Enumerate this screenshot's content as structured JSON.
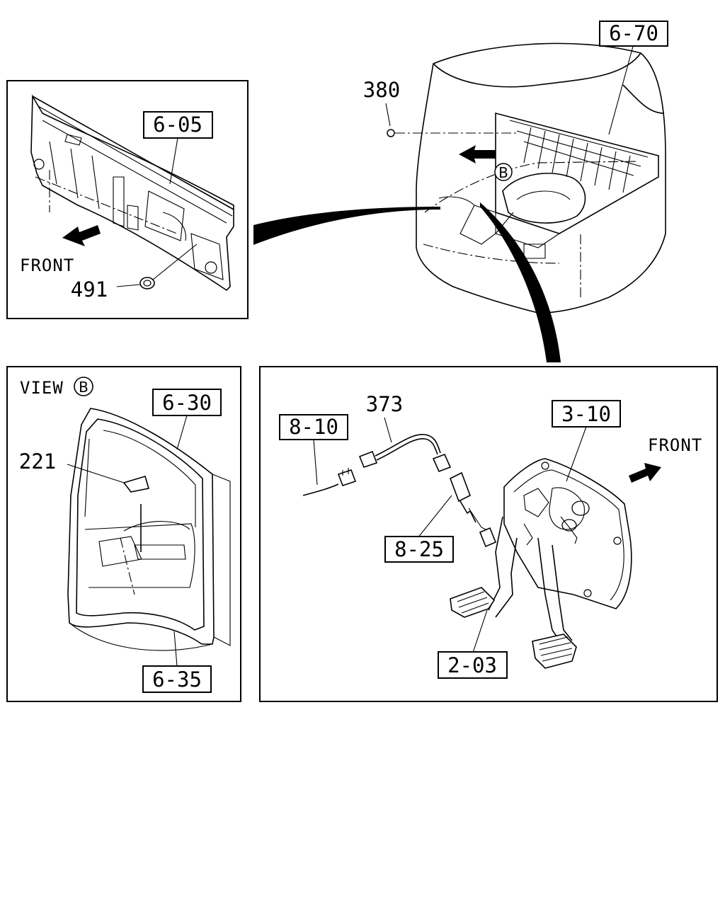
{
  "top_right": {
    "ref_cab": "6-70",
    "callout_380": "380",
    "view_marker": "B"
  },
  "top_left": {
    "ref_panel": "6-05",
    "front_label": "FRONT",
    "callout_491": "491"
  },
  "bottom_left": {
    "view_label": "VIEW",
    "view_marker": "B",
    "ref_upper": "6-30",
    "ref_lower": "6-35",
    "callout_221": "221"
  },
  "bottom_right": {
    "ref_harness": "8-10",
    "callout_373": "373",
    "ref_pedal_bracket": "3-10",
    "front_label": "FRONT",
    "ref_switch": "8-25",
    "ref_pedal": "2-03"
  }
}
